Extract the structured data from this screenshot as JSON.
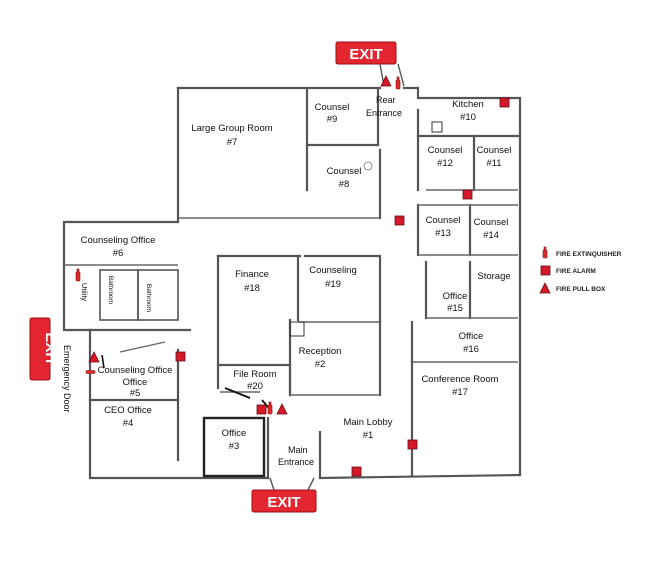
{
  "exits": {
    "top": "EXIT",
    "left": "EXIT",
    "bottom": "EXIT"
  },
  "doors": {
    "rear": "Rear Entrance",
    "main": "Main Entrance",
    "emergency": "Emergency Door"
  },
  "rooms": {
    "large_group": {
      "name": "Large Group Room",
      "number": "#7"
    },
    "counsel_9": {
      "name": "Counsel",
      "number": "#9"
    },
    "counsel_8": {
      "name": "Counsel",
      "number": "#8"
    },
    "kitchen": {
      "name": "Kitchen",
      "number": "#10"
    },
    "counsel_12": {
      "name": "Counsel",
      "number": "#12"
    },
    "counsel_11": {
      "name": "Counsel",
      "number": "#11"
    },
    "counsel_13": {
      "name": "Counsel",
      "number": "#13"
    },
    "counsel_14": {
      "name": "Counsel",
      "number": "#14"
    },
    "counseling_office_6": {
      "name": "Counseling Office",
      "number": "#6"
    },
    "finance": {
      "name": "Finance",
      "number": "#18"
    },
    "counseling_19": {
      "name": "Counseling",
      "number": "#19"
    },
    "storage": {
      "name": "Storage"
    },
    "office_15": {
      "name": "Office",
      "number": "#15"
    },
    "office_16": {
      "name": "Office",
      "number": "#16"
    },
    "reception": {
      "name": "Reception",
      "number": "#2"
    },
    "counseling_office_5": {
      "name": "Counseling Office",
      "number": "#5"
    },
    "file_room": {
      "name": "File Room",
      "number": "#20"
    },
    "conference": {
      "name": "Conference Room",
      "number": "#17"
    },
    "ceo_office": {
      "name": "CEO Office",
      "number": "#4"
    },
    "office_3": {
      "name": "Office",
      "number": "#3"
    },
    "main_lobby": {
      "name": "Main Lobby",
      "number": "#1"
    },
    "utility": {
      "name": "Utility"
    },
    "bathroom_1": {
      "name": "Bathroom"
    },
    "bathroom_2": {
      "name": "Bathroom"
    }
  },
  "legend": {
    "extinguisher": "FIRE EXTINQUISHER",
    "alarm": "FIRE ALARM",
    "pull_box": "FIRE PULL BOX"
  },
  "colors": {
    "exit": "#e3262f",
    "alarm": "#d3192a",
    "wall": "#555555"
  }
}
